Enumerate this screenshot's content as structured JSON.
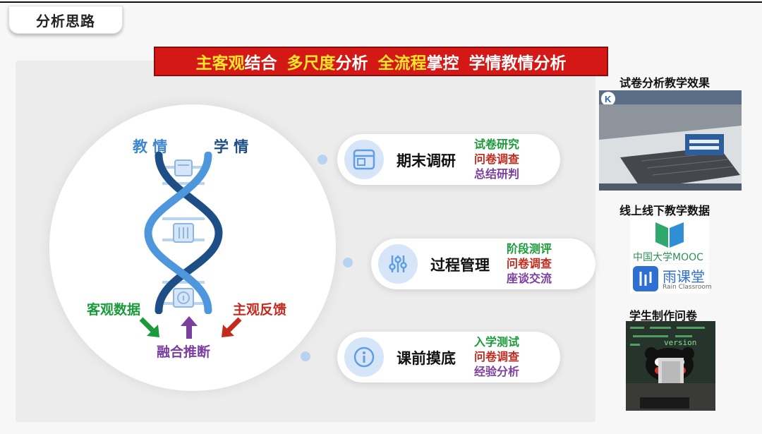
{
  "tab": {
    "label": "分析思路"
  },
  "banner": {
    "seg1_a": "主客观",
    "seg1_b": "结合",
    "seg2_a": "多尺度",
    "seg2_b": "分析",
    "seg3_a": "全流程",
    "seg3_b": "掌控",
    "seg4": "学情教情分析"
  },
  "dna": {
    "left_top": "教 情",
    "right_top": "学 情",
    "left_bottom": "客观数据",
    "right_bottom": "主观反馈",
    "fusion": "融合推断"
  },
  "stages": [
    {
      "title": "期末调研",
      "items": [
        "试卷研究",
        "问卷调查",
        "总结研判"
      ],
      "icon": "window-icon"
    },
    {
      "title": "过程管理",
      "items": [
        "阶段测评",
        "问卷调查",
        "座谈交流"
      ],
      "icon": "sliders-icon"
    },
    {
      "title": "课前摸底",
      "items": [
        "入学测试",
        "问卷调查",
        "经验分析"
      ],
      "icon": "info-icon"
    }
  ],
  "right": {
    "head1": "试卷分析教学效果",
    "head2": "线上线下教学数据",
    "head3": "学生制作问卷",
    "mooc_text": "中国大学MOOC",
    "rain_cn": "雨课堂",
    "rain_en": "Rain Classroom",
    "version_text": "version"
  },
  "colors": {
    "accent_red": "#d31815",
    "banner_yellow": "#ffe52a",
    "dna_dark": "#1d4f86",
    "dna_light": "#4e97dc"
  }
}
